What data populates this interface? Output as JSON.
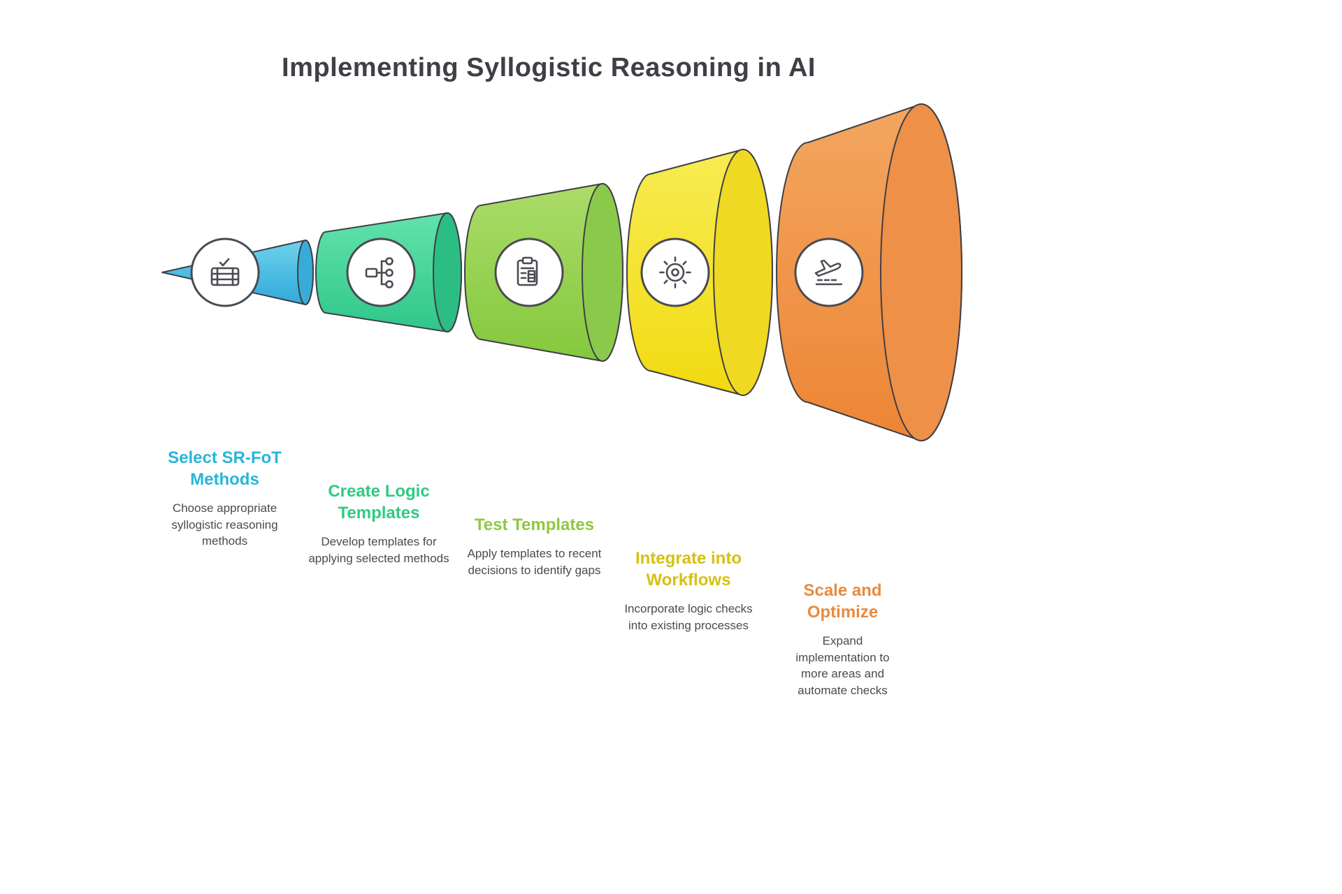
{
  "title": "Implementing Syllogistic Reasoning in AI",
  "title_color": "#3f3f46",
  "outline_color": "#3f3f46",
  "description_color": "#4a4a50",
  "stages": [
    {
      "heading": "Select SR-FoT Methods",
      "description": "Choose appropriate syllogistic reasoning methods",
      "icon": "form-check-icon",
      "heading_color": "#29b5d9",
      "gradient_top": "#6ed3ec",
      "gradient_bottom": "#30a9da",
      "cap_color": "#38acd8"
    },
    {
      "heading": "Create Logic Templates",
      "description": "Develop templates for applying selected methods",
      "icon": "flowchart-icon",
      "heading_color": "#2ecb80",
      "gradient_top": "#62e2ac",
      "gradient_bottom": "#2fc78a",
      "cap_color": "#2cbd82"
    },
    {
      "heading": "Test Templates",
      "description": "Apply templates to recent decisions to identify gaps",
      "icon": "clipboard-icon",
      "heading_color": "#8fc93e",
      "gradient_top": "#abdc69",
      "gradient_bottom": "#84c83c",
      "cap_color": "#8bc94a"
    },
    {
      "heading": "Integrate into Workflows",
      "description": "Incorporate logic checks into existing processes",
      "icon": "gear-icon",
      "heading_color": "#d6c011",
      "gradient_top": "#f7ec52",
      "gradient_bottom": "#f2da10",
      "cap_color": "#efd922"
    },
    {
      "heading": "Scale and Optimize",
      "description": "Expand implementation to more areas and automate checks",
      "icon": "airplane-takeoff-icon",
      "heading_color": "#e78b3e",
      "gradient_top": "#f3a660",
      "gradient_bottom": "#ed8534",
      "cap_color": "#ee9048"
    }
  ]
}
